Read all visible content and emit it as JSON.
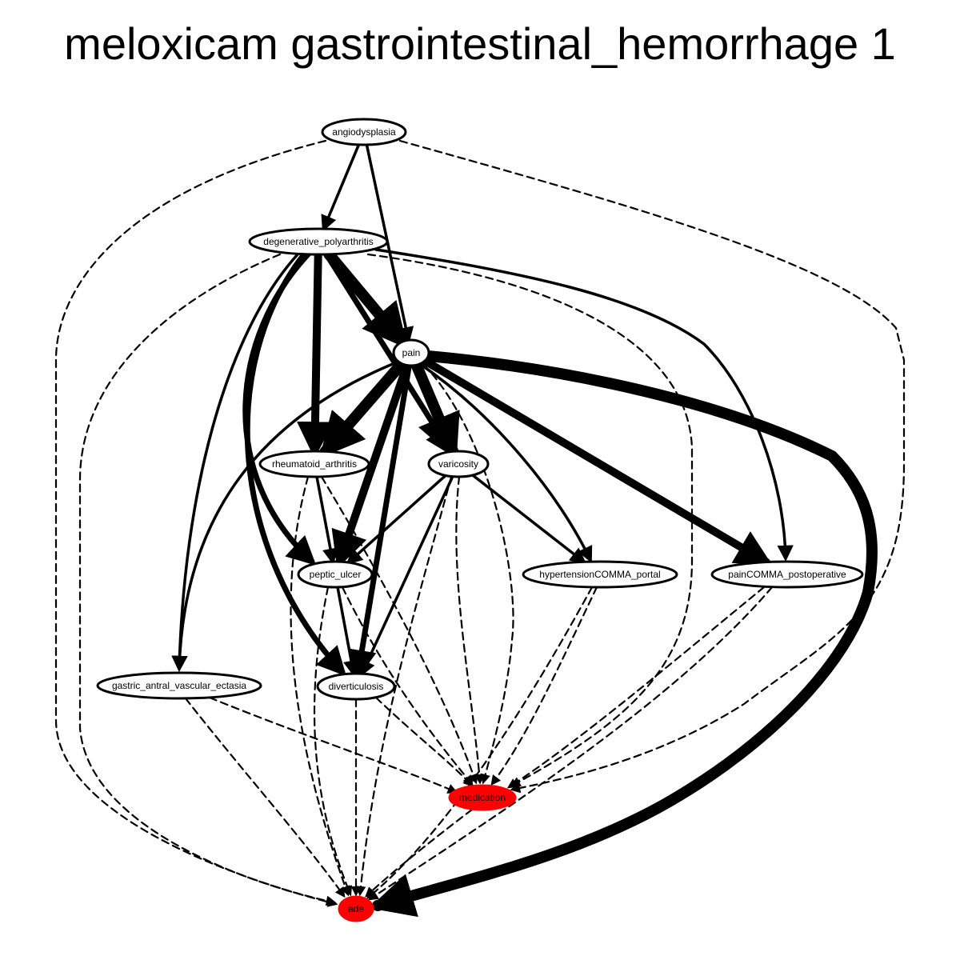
{
  "title": "meloxicam gastrointestinal_hemorrhage 1",
  "colors": {
    "outcome_fill": "#ff0000",
    "node_fill": "#ffffff",
    "stroke": "#000000"
  },
  "nodes": [
    {
      "id": "angiodysplasia",
      "label": "angiodysplasia",
      "kind": "normal"
    },
    {
      "id": "degenerative_polyarthritis",
      "label": "degenerative_polyarthritis",
      "kind": "normal"
    },
    {
      "id": "pain",
      "label": "pain",
      "kind": "normal"
    },
    {
      "id": "rheumatoid_arthritis",
      "label": "rheumatoid_arthritis",
      "kind": "normal"
    },
    {
      "id": "varicosity",
      "label": "varicosity",
      "kind": "normal"
    },
    {
      "id": "peptic_ulcer",
      "label": "peptic_ulcer",
      "kind": "normal"
    },
    {
      "id": "hypertension_portal",
      "label": "hypertensionCOMMA_portal",
      "kind": "normal"
    },
    {
      "id": "pain_postoperative",
      "label": "painCOMMA_postoperative",
      "kind": "normal"
    },
    {
      "id": "gave",
      "label": "gastric_antral_vascular_ectasia",
      "kind": "normal"
    },
    {
      "id": "diverticulosis",
      "label": "diverticulosis",
      "kind": "normal"
    },
    {
      "id": "medication",
      "label": "medication",
      "kind": "outcome"
    },
    {
      "id": "ade",
      "label": "ade",
      "kind": "outcome"
    }
  ],
  "edges": [
    {
      "from": "angiodysplasia",
      "to": "degenerative_polyarthritis",
      "style": "solid",
      "weight": 1
    },
    {
      "from": "angiodysplasia",
      "to": "pain",
      "style": "solid",
      "weight": 1
    },
    {
      "from": "angiodysplasia",
      "to": "ade",
      "style": "dashed",
      "weight": 1
    },
    {
      "from": "angiodysplasia",
      "to": "medication",
      "style": "dashed",
      "weight": 1
    },
    {
      "from": "degenerative_polyarthritis",
      "to": "pain",
      "style": "solid",
      "weight": 4
    },
    {
      "from": "degenerative_polyarthritis",
      "to": "rheumatoid_arthritis",
      "style": "solid",
      "weight": 3
    },
    {
      "from": "degenerative_polyarthritis",
      "to": "varicosity",
      "style": "solid",
      "weight": 2
    },
    {
      "from": "degenerative_polyarthritis",
      "to": "peptic_ulcer",
      "style": "solid",
      "weight": 2
    },
    {
      "from": "degenerative_polyarthritis",
      "to": "diverticulosis",
      "style": "solid",
      "weight": 2
    },
    {
      "from": "degenerative_polyarthritis",
      "to": "gave",
      "style": "solid",
      "weight": 1
    },
    {
      "from": "degenerative_polyarthritis",
      "to": "pain_postoperative",
      "style": "solid",
      "weight": 1
    },
    {
      "from": "degenerative_polyarthritis",
      "to": "medication",
      "style": "dashed",
      "weight": 1
    },
    {
      "from": "degenerative_polyarthritis",
      "to": "ade",
      "style": "dashed",
      "weight": 1
    },
    {
      "from": "pain",
      "to": "rheumatoid_arthritis",
      "style": "solid",
      "weight": 4
    },
    {
      "from": "pain",
      "to": "varicosity",
      "style": "solid",
      "weight": 4
    },
    {
      "from": "pain",
      "to": "peptic_ulcer",
      "style": "solid",
      "weight": 3
    },
    {
      "from": "pain",
      "to": "diverticulosis",
      "style": "solid",
      "weight": 2
    },
    {
      "from": "pain",
      "to": "hypertension_portal",
      "style": "solid",
      "weight": 1
    },
    {
      "from": "pain",
      "to": "pain_postoperative",
      "style": "solid",
      "weight": 3
    },
    {
      "from": "pain",
      "to": "gave",
      "style": "solid",
      "weight": 1
    },
    {
      "from": "pain",
      "to": "ade",
      "style": "solid",
      "weight": 4
    },
    {
      "from": "pain",
      "to": "medication",
      "style": "dashed",
      "weight": 1
    },
    {
      "from": "rheumatoid_arthritis",
      "to": "peptic_ulcer",
      "style": "solid",
      "weight": 1
    },
    {
      "from": "rheumatoid_arthritis",
      "to": "medication",
      "style": "dashed",
      "weight": 1
    },
    {
      "from": "rheumatoid_arthritis",
      "to": "ade",
      "style": "dashed",
      "weight": 1
    },
    {
      "from": "varicosity",
      "to": "peptic_ulcer",
      "style": "solid",
      "weight": 1
    },
    {
      "from": "varicosity",
      "to": "diverticulosis",
      "style": "solid",
      "weight": 1
    },
    {
      "from": "varicosity",
      "to": "hypertension_portal",
      "style": "solid",
      "weight": 1
    },
    {
      "from": "varicosity",
      "to": "medication",
      "style": "dashed",
      "weight": 1
    },
    {
      "from": "varicosity",
      "to": "ade",
      "style": "dashed",
      "weight": 1
    },
    {
      "from": "peptic_ulcer",
      "to": "diverticulosis",
      "style": "solid",
      "weight": 1
    },
    {
      "from": "peptic_ulcer",
      "to": "medication",
      "style": "dashed",
      "weight": 1
    },
    {
      "from": "peptic_ulcer",
      "to": "ade",
      "style": "dashed",
      "weight": 1
    },
    {
      "from": "hypertension_portal",
      "to": "medication",
      "style": "dashed",
      "weight": 1
    },
    {
      "from": "hypertension_portal",
      "to": "ade",
      "style": "dashed",
      "weight": 1
    },
    {
      "from": "pain_postoperative",
      "to": "medication",
      "style": "dashed",
      "weight": 1
    },
    {
      "from": "pain_postoperative",
      "to": "ade",
      "style": "dashed",
      "weight": 1
    },
    {
      "from": "gave",
      "to": "medication",
      "style": "dashed",
      "weight": 1
    },
    {
      "from": "gave",
      "to": "ade",
      "style": "dashed",
      "weight": 1
    },
    {
      "from": "diverticulosis",
      "to": "medication",
      "style": "dashed",
      "weight": 1
    },
    {
      "from": "diverticulosis",
      "to": "ade",
      "style": "dashed",
      "weight": 1
    },
    {
      "from": "medication",
      "to": "ade",
      "style": "dashed",
      "weight": 1
    }
  ]
}
